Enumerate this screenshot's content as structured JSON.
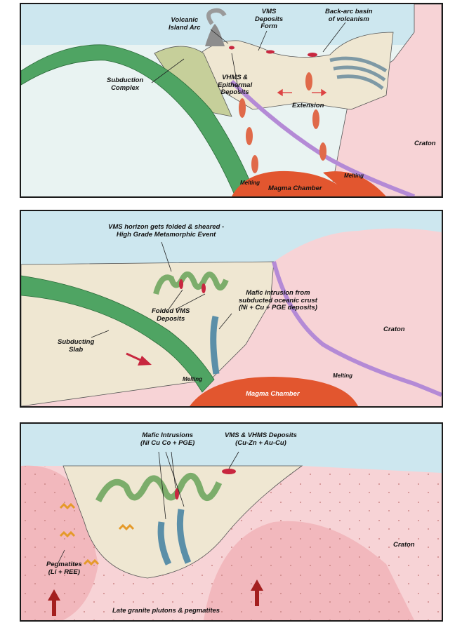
{
  "colors": {
    "sky": "#cde7ef",
    "sea": "#dff0f3",
    "craton": "#f7d3d6",
    "slab": "#4fa463",
    "magma": "#e2562f",
    "plume": "#e06a4a",
    "crust": "#efe7d2",
    "mafic": "#5b8fa8",
    "vms": "#c8273f",
    "pegmatite": "#e59a2a"
  },
  "panel1": {
    "volcanic_arc": [
      "Volcanic",
      "Island Arc"
    ],
    "vms_form": [
      "VMS",
      "Deposits",
      "Form"
    ],
    "back_arc": [
      "Back-arc basin",
      "of volcanism"
    ],
    "subduction_complex": [
      "Subduction",
      "Complex"
    ],
    "vhms": [
      "VHMS &",
      "Epithermal",
      "Deposits"
    ],
    "extension": "Extension",
    "craton": "Craton",
    "melting_left": "Melting",
    "melting_right": "Melting",
    "magma_chamber": "Magma Chamber"
  },
  "panel2": {
    "vms_horizon": [
      "VMS horizon gets folded & sheared -",
      "High Grade Metamorphic Event"
    ],
    "folded_vms": [
      "Folded VMS",
      "Deposits"
    ],
    "mafic_intrusion": [
      "Mafic intrusion from",
      "subducted oceanic crust",
      "(Ni + Cu + PGE deposits)"
    ],
    "craton": "Craton",
    "subducting_slab": [
      "Subducting",
      "Slab"
    ],
    "melting_left": "Melting",
    "melting_right": "Melting",
    "magma_chamber": "Magma Chamber"
  },
  "panel3": {
    "mafic_intrusions": [
      "Mafic Intrusions",
      "(Ni Cu Co + PGE)"
    ],
    "vms_vhms": [
      "VMS & VHMS Deposits",
      "(Cu-Zn + Au-Cu)"
    ],
    "craton": "Craton",
    "pegmatites": [
      "Pegmatites",
      "(Li + REE)"
    ],
    "late_granite": "Late granite plutons & pegmatites"
  }
}
